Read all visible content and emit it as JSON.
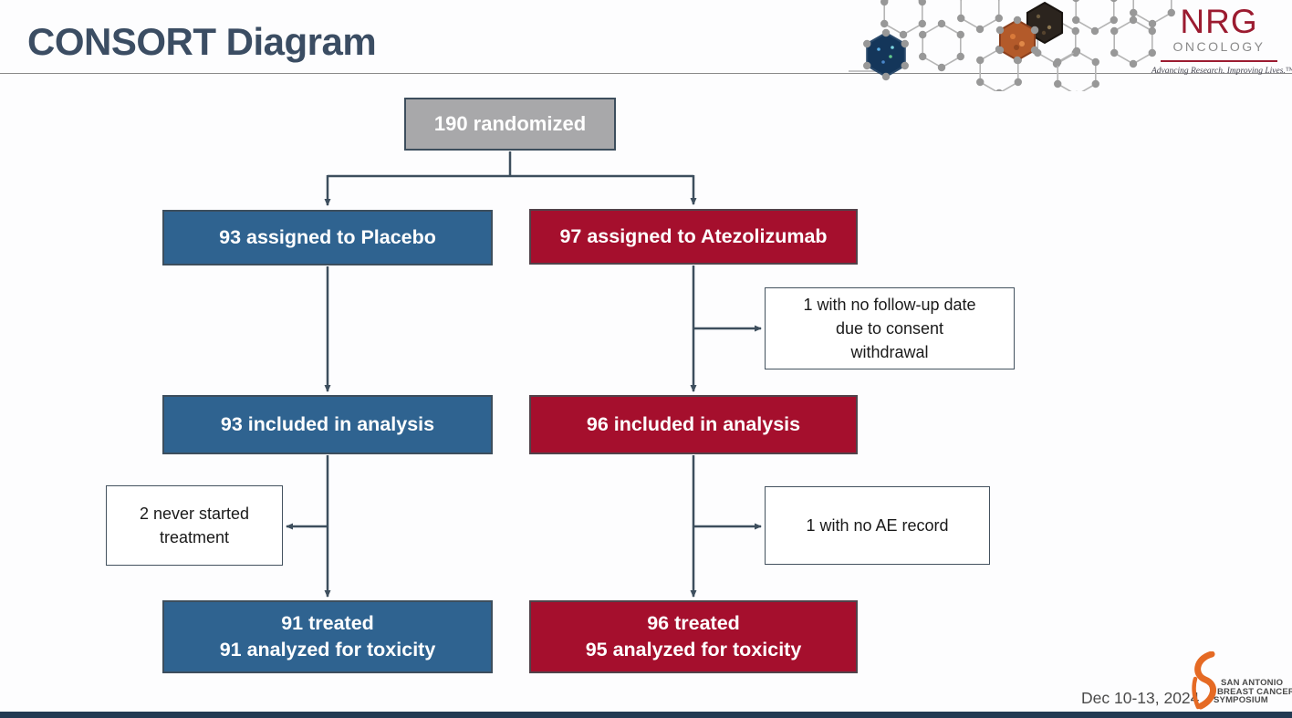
{
  "slide": {
    "title": "CONSORT Diagram"
  },
  "boxes": {
    "randomized": {
      "label": "190 randomized"
    },
    "placebo_assigned": {
      "label": "93 assigned to Placebo"
    },
    "atezo_assigned": {
      "label": "97 assigned to Atezolizumab"
    },
    "no_followup": {
      "lines": [
        "1 with no follow-up date",
        "due to consent",
        "withdrawal"
      ]
    },
    "placebo_analysis": {
      "label": "93 included in analysis"
    },
    "atezo_analysis": {
      "label": "96 included in analysis"
    },
    "never_started": {
      "lines": [
        "2 never started",
        "treatment"
      ]
    },
    "no_ae": {
      "label": "1 with no AE record"
    },
    "placebo_treated": {
      "lines": [
        "91 treated",
        "91 analyzed for toxicity"
      ]
    },
    "atezo_treated": {
      "lines": [
        "96 treated",
        "95 analyzed for toxicity"
      ]
    }
  },
  "footer": {
    "date": "Dec 10-13, 2024"
  },
  "logos": {
    "nrg": {
      "name": "NRG",
      "division": "ONCOLOGY",
      "tagline": "Advancing Research. Improving Lives.™"
    },
    "sabcs": {
      "lines": [
        "SAN ANTONIO",
        "BREAST CANCER",
        "SYMPOSIUM"
      ]
    }
  },
  "colors": {
    "title": "#3b4d63",
    "box_blue": "#2f6390",
    "box_red": "#a50f2d",
    "box_gray": "#a8a8aa",
    "box_border": "#3d4e5d",
    "connector": "#3d4e5d",
    "nrg_red": "#9b1b30",
    "sabcs_orange": "#e56a24",
    "bottom_bar": "#223a52"
  }
}
